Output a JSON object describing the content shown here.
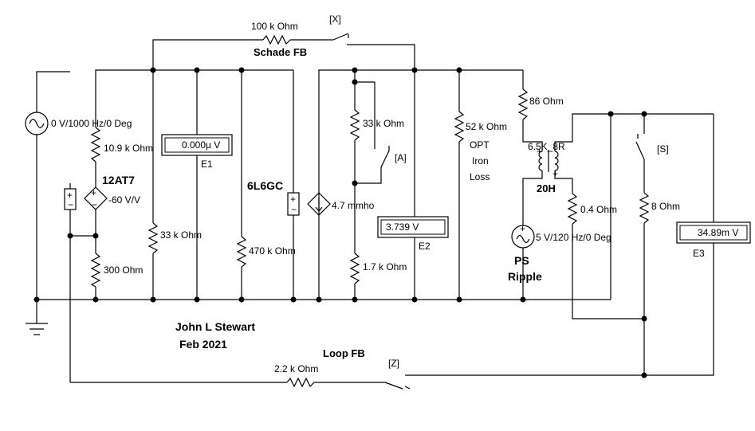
{
  "labels": {
    "schade_res": "100 k Ohm",
    "switch_x": "[X]",
    "schade_fb": "Schade FB",
    "source1": "0 V/1000 Hz/0 Deg",
    "r_10_9k": "10.9 k Ohm",
    "tube1": "12AT7",
    "gain1": "-60 V/V",
    "r_300": "300  Ohm",
    "r_33k_grid": "33 k Ohm",
    "meter_e1_label": "E1",
    "tube2": "6L6GC",
    "r_470k": "470 k Ohm",
    "gm": "4.7 mmho",
    "r_33k_fb": "33 k Ohm",
    "switch_a": "[A]",
    "r_1_7k": "1.7 k Ohm",
    "meter_e2_label": "E2",
    "r_52k": "52 k Ohm",
    "opt_loss": "OPT",
    "iron": "Iron",
    "loss": "Loss",
    "r_86": "86  Ohm",
    "xfmr": "6.5K_8R",
    "inductance": "20H",
    "r_0_4": "0.4  Ohm",
    "source2": "5 V/120 Hz/0 Deg",
    "ps": "PS",
    "ripple": "Ripple",
    "switch_s": "[S]",
    "r_8": "8  Ohm",
    "meter_e3_label": "E3",
    "author": "John L Stewart",
    "date": "Feb 2021",
    "loop_fb": "Loop FB",
    "loop_res": "2.2 k Ohm",
    "switch_z": "[Z]"
  },
  "meters": {
    "e1": "0.000μ  V",
    "e2": "3.739     V",
    "e3": "34.89m V"
  }
}
